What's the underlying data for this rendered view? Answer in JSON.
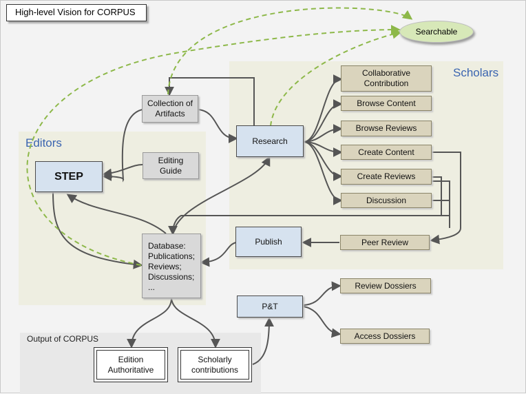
{
  "title": "High-level Vision for CORPUS",
  "regions": {
    "scholars_label": "Scholars",
    "editors_label": "Editors",
    "output_label": "Output of CORPUS"
  },
  "nodes": {
    "searchable": "Searchable",
    "collection": "Collection of\nArtifacts",
    "research": "Research",
    "step": "STEP",
    "editing_guide": "Editing\nGuide",
    "database": "Database:\nPublications;\nReviews;\nDiscussions;\n...",
    "publish": "Publish",
    "pt": "P&T",
    "edition": "Edition\nAuthoritative",
    "scholarly": "Scholarly\ncontributions",
    "collab": "Collaborative\nContribution",
    "browse_content": "Browse Content",
    "browse_reviews": "Browse Reviews",
    "create_content": "Create Content",
    "create_reviews": "Create  Reviews",
    "discussion": "Discussion",
    "peer_review": "Peer Review",
    "review_dossiers": "Review Dossiers",
    "access_dossiers": "Access Dossiers"
  },
  "colors": {
    "region_fill": "#eeeee1",
    "gray_node": "#d9d9d9",
    "blue_node": "#d6e2ef",
    "tan_node": "#dad4bd",
    "dashed_arrow": "#8db849",
    "arrow": "#555555",
    "region_label": "#3a64b0"
  }
}
